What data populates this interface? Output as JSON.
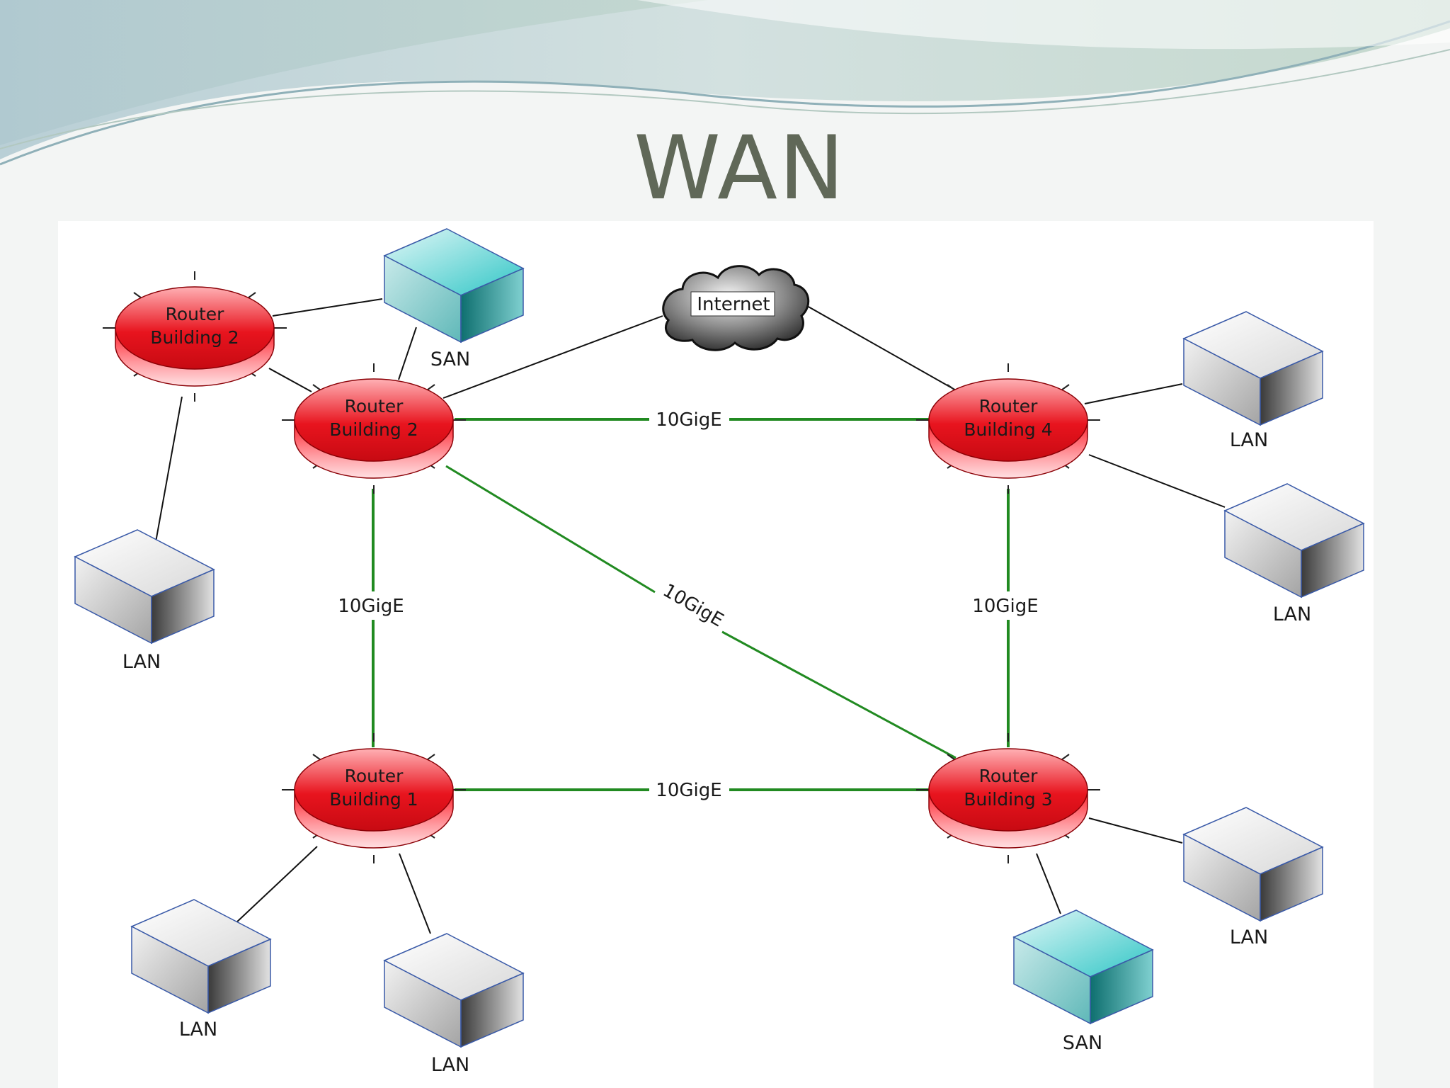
{
  "slide": {
    "title": "WAN"
  },
  "colors": {
    "router": "#e8141e",
    "router_light": "#ffb0b4",
    "backbone": "#218a21",
    "access": "#111111",
    "san": "#30c6c6",
    "lan": "#d6d6d6",
    "title": "#606858"
  },
  "icons": {
    "router": "router-icon",
    "lan": "lan-box-icon",
    "san": "san-box-icon",
    "cloud": "cloud-icon"
  },
  "nodes": {
    "router_b2_outer": {
      "line1": "Router",
      "line2": "Building 2"
    },
    "router_b2_core": {
      "line1": "Router",
      "line2": "Building 2"
    },
    "router_b4": {
      "line1": "Router",
      "line2": "Building 4"
    },
    "router_b1": {
      "line1": "Router",
      "line2": "Building 1"
    },
    "router_b3": {
      "line1": "Router",
      "line2": "Building 3"
    },
    "internet": {
      "label": "Internet"
    },
    "san_top": {
      "label": "SAN"
    },
    "san_bottom": {
      "label": "SAN"
    },
    "lan_left": {
      "label": "LAN"
    },
    "lan_right_top": {
      "label": "LAN"
    },
    "lan_right_mid": {
      "label": "LAN"
    },
    "lan_right_bottom": {
      "label": "LAN"
    },
    "lan_bottom_left": {
      "label": "LAN"
    },
    "lan_bottom_center": {
      "label": "LAN"
    }
  },
  "links": {
    "b2_b4": {
      "label": "10GigE"
    },
    "b2_b1": {
      "label": "10GigE"
    },
    "b4_b3": {
      "label": "10GigE"
    },
    "b1_b3": {
      "label": "10GigE"
    },
    "b2_b3": {
      "label": "10GigE"
    }
  }
}
